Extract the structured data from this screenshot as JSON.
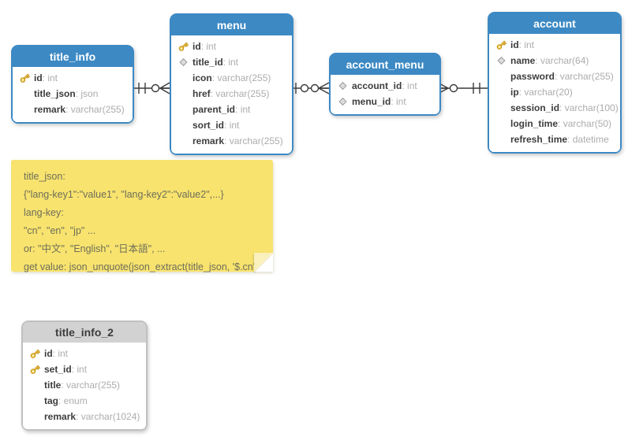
{
  "colors": {
    "table_header_blue": "#3C89C4",
    "table_header_gray": "#D2D2D2",
    "column_name": "#3D3D3D",
    "column_type": "#ACACAC",
    "note_background": "#F8E36E",
    "note_text": "#6E6E5A",
    "connector": "#3A3A3A",
    "key_icon": "#F2C73F",
    "diamond_icon": "#DCDCDC"
  },
  "tables": [
    {
      "name": "title_info",
      "variant": "blue",
      "columns": [
        {
          "icon": "key",
          "name": "id",
          "type": "int"
        },
        {
          "icon": "",
          "name": "title_json",
          "type": "json"
        },
        {
          "icon": "",
          "name": "remark",
          "type": "varchar(255)"
        }
      ]
    },
    {
      "name": "menu",
      "variant": "blue",
      "columns": [
        {
          "icon": "key",
          "name": "id",
          "type": "int"
        },
        {
          "icon": "diamond",
          "name": "title_id",
          "type": "int"
        },
        {
          "icon": "",
          "name": "icon",
          "type": "varchar(255)"
        },
        {
          "icon": "",
          "name": "href",
          "type": "varchar(255)"
        },
        {
          "icon": "",
          "name": "parent_id",
          "type": "int"
        },
        {
          "icon": "",
          "name": "sort_id",
          "type": "int"
        },
        {
          "icon": "",
          "name": "remark",
          "type": "varchar(255)"
        }
      ]
    },
    {
      "name": "account_menu",
      "variant": "blue",
      "columns": [
        {
          "icon": "diamond",
          "name": "account_id",
          "type": "int"
        },
        {
          "icon": "diamond",
          "name": "menu_id",
          "type": "int"
        }
      ]
    },
    {
      "name": "account",
      "variant": "blue",
      "columns": [
        {
          "icon": "key",
          "name": "id",
          "type": "int"
        },
        {
          "icon": "diamond",
          "name": "name",
          "type": "varchar(64)"
        },
        {
          "icon": "",
          "name": "password",
          "type": "varchar(255)"
        },
        {
          "icon": "",
          "name": "ip",
          "type": "varchar(20)"
        },
        {
          "icon": "",
          "name": "session_id",
          "type": "varchar(100)"
        },
        {
          "icon": "",
          "name": "login_time",
          "type": "varchar(50)"
        },
        {
          "icon": "",
          "name": "refresh_time",
          "type": "datetime"
        }
      ]
    },
    {
      "name": "title_info_2",
      "variant": "gray",
      "columns": [
        {
          "icon": "key",
          "name": "id",
          "type": "int"
        },
        {
          "icon": "key",
          "name": "set_id",
          "type": "int"
        },
        {
          "icon": "",
          "name": "title",
          "type": "varchar(255)"
        },
        {
          "icon": "",
          "name": "tag",
          "type": "enum"
        },
        {
          "icon": "",
          "name": "remark",
          "type": "varchar(1024)"
        }
      ]
    }
  ],
  "note": {
    "lines": [
      "title_json:",
      "{\"lang-key1\":\"value1\", \"lang-key2\":\"value2\",...}",
      "lang-key:",
      "\"cn\", \"en\", \"jp\" ...",
      "or: \"中文\", \"English\", \"日本語\", ...",
      "get value: json_unquote(json_extract(title_json, '$.cn')"
    ]
  },
  "connectors": [
    {
      "from": "title_info",
      "to": "menu",
      "from_cardinality": "exactly-one (||)",
      "to_cardinality": "zero-or-many (o<)"
    },
    {
      "from": "menu",
      "to": "account_menu",
      "from_cardinality": "one-tick-circle (|o)",
      "to_cardinality": "zero-or-many (o<)"
    },
    {
      "from": "account_menu",
      "to": "account",
      "from_cardinality": "zero-or-many (>o)",
      "to_cardinality": "exactly-one (||)"
    }
  ]
}
